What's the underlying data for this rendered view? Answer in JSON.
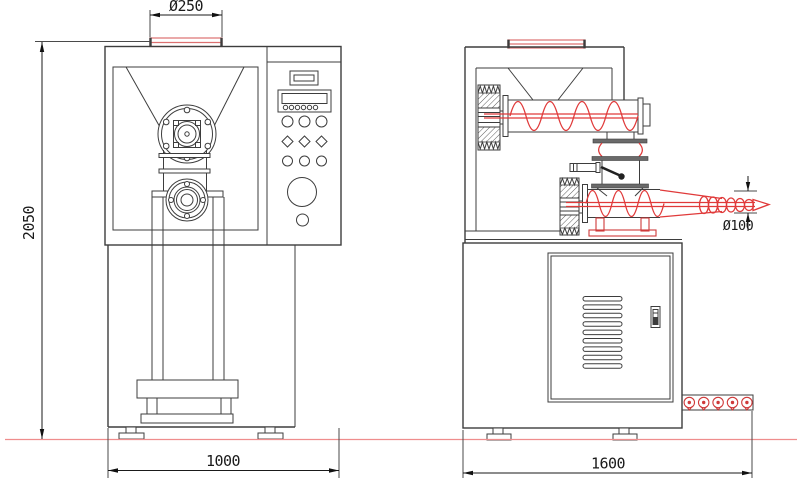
{
  "drawing": {
    "type": "technical-drawing",
    "subject": "auger filling / packing machine — front view and side view with overall dimensions",
    "views": {
      "front": "front-view",
      "side": "side-view"
    },
    "dimensions": {
      "inlet_diameter_label": "Ø250",
      "overall_height_label": "2050",
      "front_width_label": "1000",
      "side_width_label": "1600",
      "outlet_diameter_label": "Ø100"
    },
    "colors": {
      "outline": "#3d3d3d",
      "dimension": "#1a1a1a",
      "screw_red": "#e03a3a",
      "flange_red": "#dd7070",
      "ground_red": "#ef8d8d",
      "roller_red": "#cf3a3a",
      "background": "#ffffff"
    },
    "counts": {
      "panel_indicator_dots": 6,
      "panel_button_rows": 3,
      "panel_button_cols": 3,
      "cabinet_louvers": 9,
      "outfeed_rollers": 5
    }
  }
}
